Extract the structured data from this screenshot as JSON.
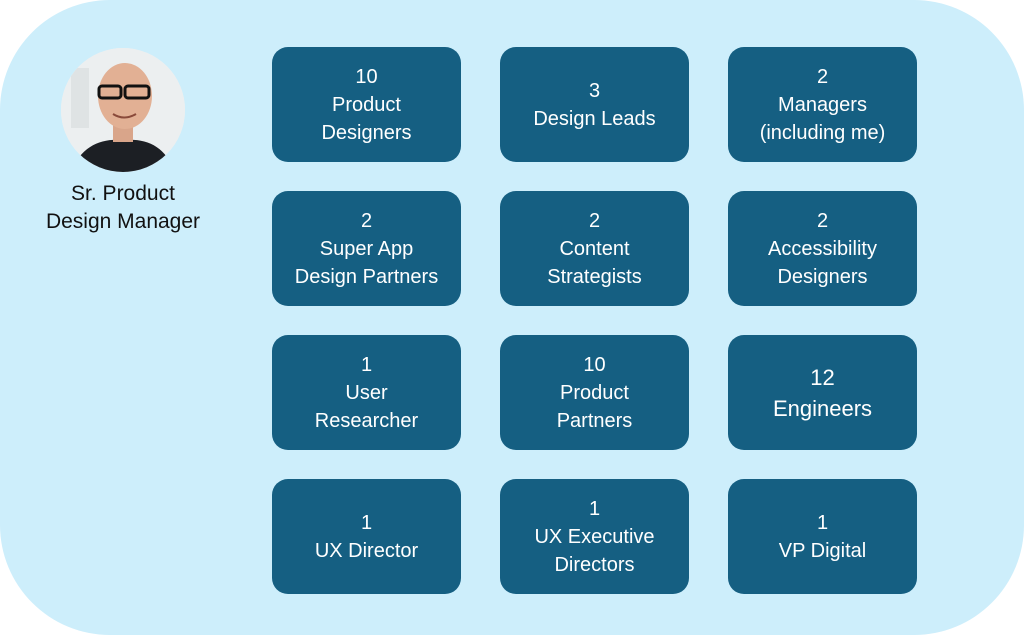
{
  "profile": {
    "title_line1": "Sr. Product",
    "title_line2": "Design Manager"
  },
  "colors": {
    "background": "#cdeefb",
    "box": "#155f82",
    "text": "#ffffff"
  },
  "boxes": [
    {
      "count": "10",
      "lines": [
        "Product",
        "Designers"
      ]
    },
    {
      "count": "3",
      "lines": [
        "Design Leads"
      ]
    },
    {
      "count": "2",
      "lines": [
        "Managers",
        "(including me)"
      ]
    },
    {
      "count": "2",
      "lines": [
        "Super App",
        "Design Partners"
      ]
    },
    {
      "count": "2",
      "lines": [
        "Content",
        "Strategists"
      ]
    },
    {
      "count": "2",
      "lines": [
        "Accessibility",
        "Designers"
      ]
    },
    {
      "count": "1",
      "lines": [
        "User",
        "Researcher"
      ]
    },
    {
      "count": "10",
      "lines": [
        "Product",
        "Partners"
      ]
    },
    {
      "count": "12",
      "lines": [
        "Engineers"
      ]
    },
    {
      "count": "1",
      "lines": [
        "UX Director"
      ]
    },
    {
      "count": "1",
      "lines": [
        "UX Executive",
        "Directors"
      ]
    },
    {
      "count": "1",
      "lines": [
        "VP Digital"
      ]
    }
  ]
}
